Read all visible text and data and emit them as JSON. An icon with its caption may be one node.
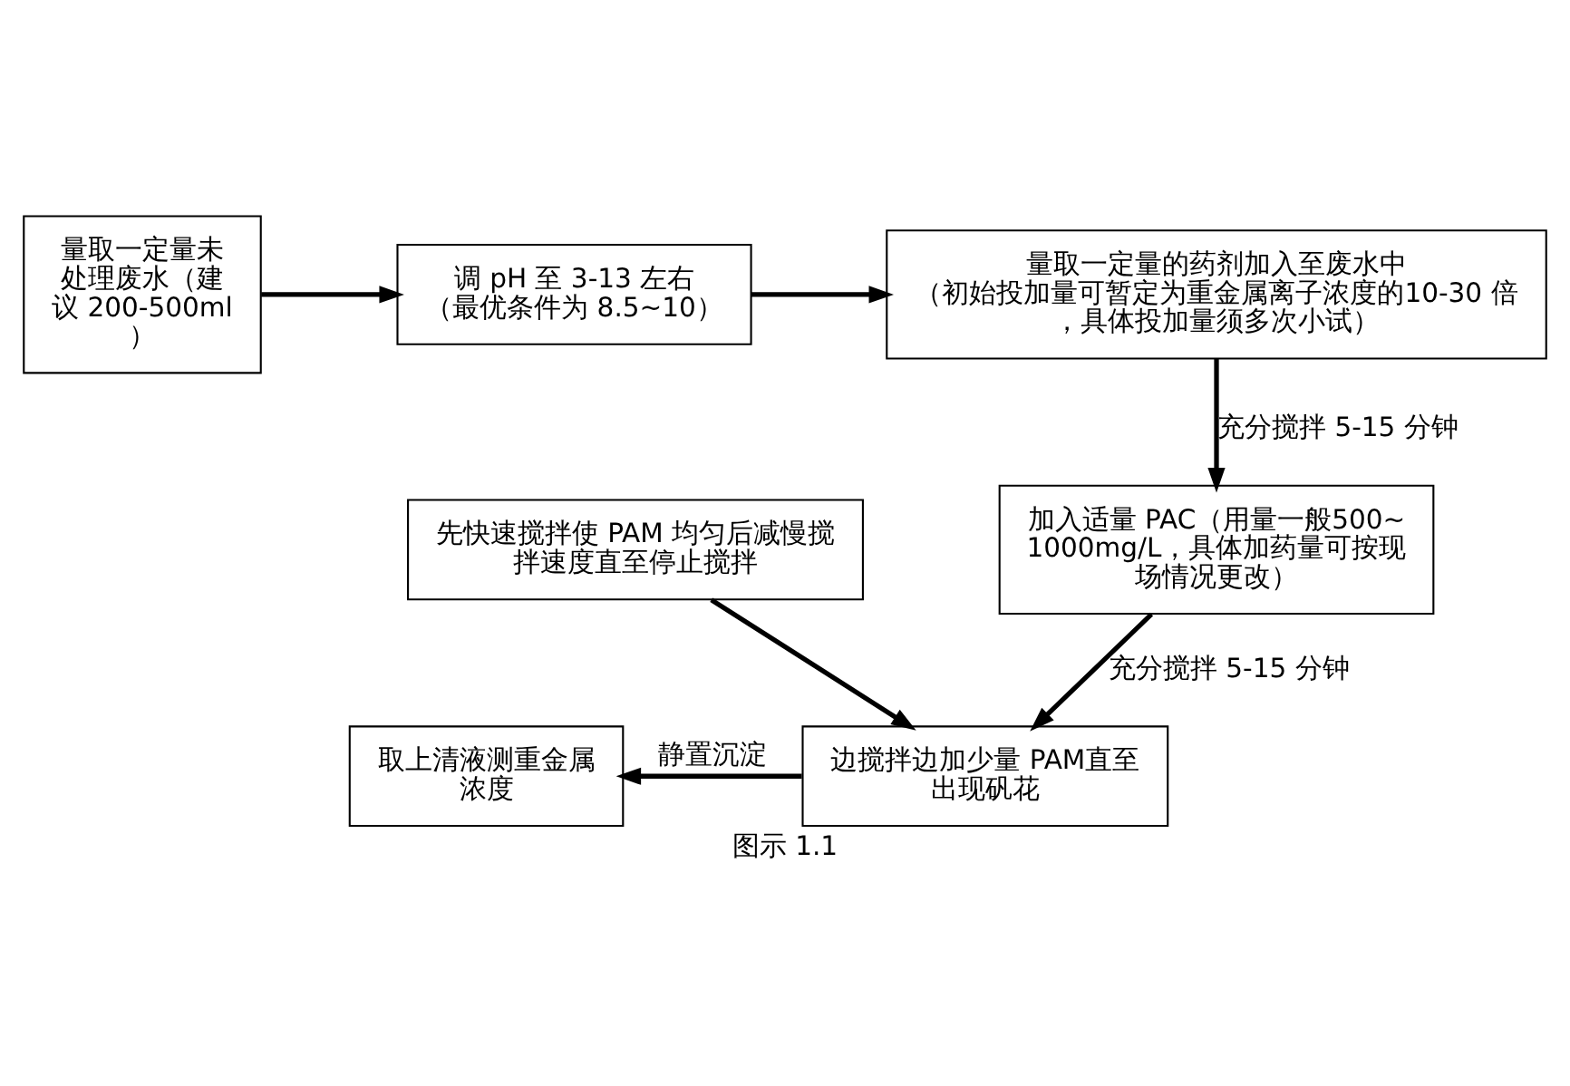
{
  "diagram": {
    "caption": "图示 1.1",
    "nodes": [
      {
        "text": [
          "量取一定量未处理废水（建议 200-500ml）"
        ]
      },
      {
        "text": [
          "调 pH 至 3-13 左右",
          "（最优条件为 8.5~10）"
        ]
      },
      {
        "text": [
          "量取一定量的药剂加入至废水中",
          "（初始投加量可暂定为重金属离子浓度的10-30 倍，具体投加量须多次小试）"
        ]
      },
      {
        "text": [
          "加入适量 PAC（用量一般500~1000mg/L，具体加药量可按现场情况更改）"
        ]
      },
      {
        "text": [
          "先快速搅拌使 PAM 均匀后减慢搅拌速度直至停止搅拌"
        ]
      },
      {
        "text": [
          "边搅拌边加少量 PAM直至出现矾花"
        ]
      },
      {
        "text": [
          "取上清液测重金属浓度"
        ]
      }
    ],
    "edges": [
      {
        "from": 0,
        "to": 1,
        "arrow": "to"
      },
      {
        "from": 1,
        "to": 2,
        "arrow": "to"
      },
      {
        "from": 2,
        "to": 3,
        "arrow": "to",
        "label": "充分搅拌 5-15 分钟"
      },
      {
        "from": 3,
        "to": 5,
        "arrow": "to",
        "label": "充分搅拌 5-15 分钟"
      },
      {
        "from": 4,
        "to": 5,
        "arrow": "to"
      },
      {
        "from": 5,
        "to": 6,
        "arrow": "to",
        "label": "静置沉淀"
      }
    ]
  }
}
